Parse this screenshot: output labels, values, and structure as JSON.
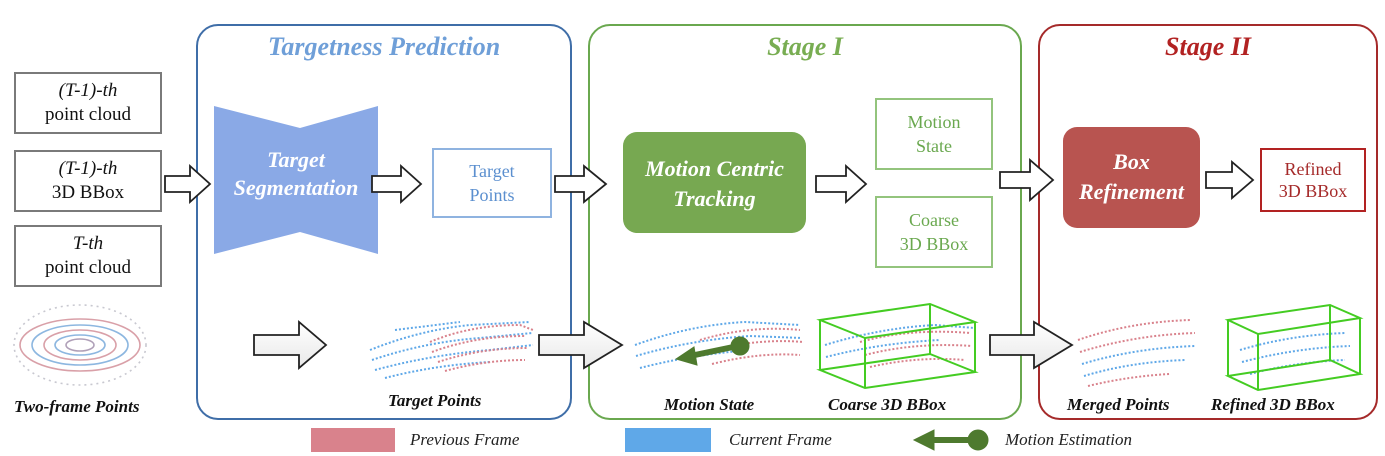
{
  "inputs": {
    "box1": {
      "line1": "(T-1)-th",
      "line2": "point cloud"
    },
    "box2": {
      "line1": "(T-1)-th",
      "line2": "3D BBox"
    },
    "box3": {
      "line1": "T-th",
      "line2": "point cloud"
    }
  },
  "stages": {
    "targetness": {
      "title": "Targetness Prediction",
      "color": "#5b8fcf"
    },
    "stage1": {
      "title": "Stage I",
      "color": "#6aa84f"
    },
    "stage2": {
      "title": "Stage II",
      "color": "#a52a2a"
    }
  },
  "modules": {
    "segmentation": {
      "line1": "Target",
      "line2": "Segmentation"
    },
    "target_points": {
      "line1": "Target",
      "line2": "Points"
    },
    "tracking": {
      "line1": "Motion Centric",
      "line2": "Tracking"
    },
    "motion_state": {
      "line1": "Motion",
      "line2": "State"
    },
    "coarse_bbox": {
      "line1": "Coarse",
      "line2": "3D BBox"
    },
    "refinement": {
      "line1": "Box",
      "line2": "Refinement"
    },
    "refined_bbox": {
      "line1": "Refined",
      "line2": "3D BBox"
    }
  },
  "captions": {
    "two_frame": "Two-frame Points",
    "target_points": "Target Points",
    "motion_state": "Motion State",
    "coarse_bbox": "Coarse 3D BBox",
    "merged_points": "Merged Points",
    "refined_bbox": "Refined 3D BBox"
  },
  "legend": {
    "previous": {
      "label": "Previous Frame",
      "color": "#d9828c"
    },
    "current": {
      "label": "Current Frame",
      "color": "#5fa8e8"
    },
    "motion": {
      "label": "Motion Estimation",
      "color": "#4e7a2e"
    }
  }
}
